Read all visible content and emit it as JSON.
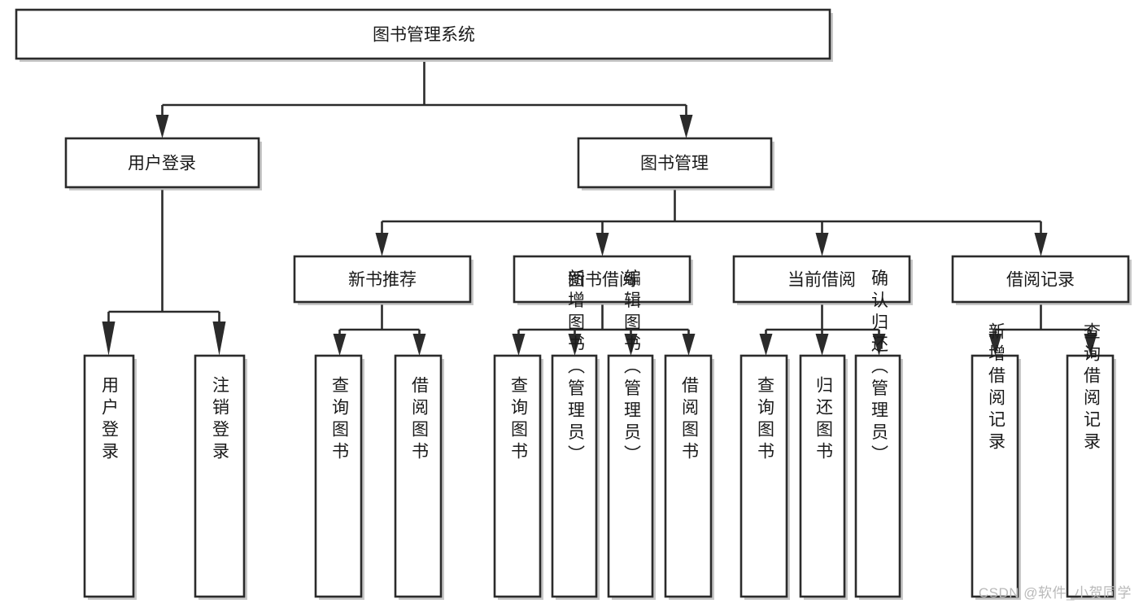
{
  "diagram": {
    "type": "tree",
    "title": "图书管理系统",
    "watermark": "CSDN @软件_小贺同学",
    "colors": {
      "background": "#ffffff",
      "box_stroke": "#2b2b2b",
      "box_fill": "#ffffff",
      "text": "#1a1a1a",
      "shadow": "#9a9a9a",
      "watermark_text": "#b9b9b9"
    },
    "root": {
      "label": "图书管理系统",
      "orientation": "horizontal"
    },
    "level2": [
      {
        "label": "用户登录",
        "orientation": "horizontal"
      },
      {
        "label": "图书管理",
        "orientation": "horizontal"
      }
    ],
    "level3": [
      {
        "label": "新书推荐",
        "orientation": "horizontal",
        "parent": "图书管理"
      },
      {
        "label": "图书借阅",
        "orientation": "horizontal",
        "parent": "图书管理"
      },
      {
        "label": "当前借阅",
        "orientation": "horizontal",
        "parent": "图书管理"
      },
      {
        "label": "借阅记录",
        "orientation": "horizontal",
        "parent": "图书管理"
      }
    ],
    "leaves": {
      "用户登录": [
        {
          "label": "用户登录",
          "orientation": "vertical"
        },
        {
          "label": "注销登录",
          "orientation": "vertical"
        }
      ],
      "新书推荐": [
        {
          "label": "查询图书",
          "orientation": "vertical"
        },
        {
          "label": "借阅图书",
          "orientation": "vertical"
        }
      ],
      "图书借阅": [
        {
          "label": "查询图书",
          "orientation": "vertical"
        },
        {
          "label": "新增图书（管理员）",
          "orientation": "vertical"
        },
        {
          "label": "编辑图书（管理员）",
          "orientation": "vertical"
        },
        {
          "label": "借阅图书",
          "orientation": "vertical"
        }
      ],
      "当前借阅": [
        {
          "label": "查询图书",
          "orientation": "vertical"
        },
        {
          "label": "归还图书",
          "orientation": "vertical"
        },
        {
          "label": "确认归还（管理员）",
          "orientation": "vertical"
        }
      ],
      "借阅记录": [
        {
          "label": "新增借阅记录",
          "orientation": "vertical"
        },
        {
          "label": "查询借阅记录",
          "orientation": "vertical"
        }
      ]
    }
  }
}
